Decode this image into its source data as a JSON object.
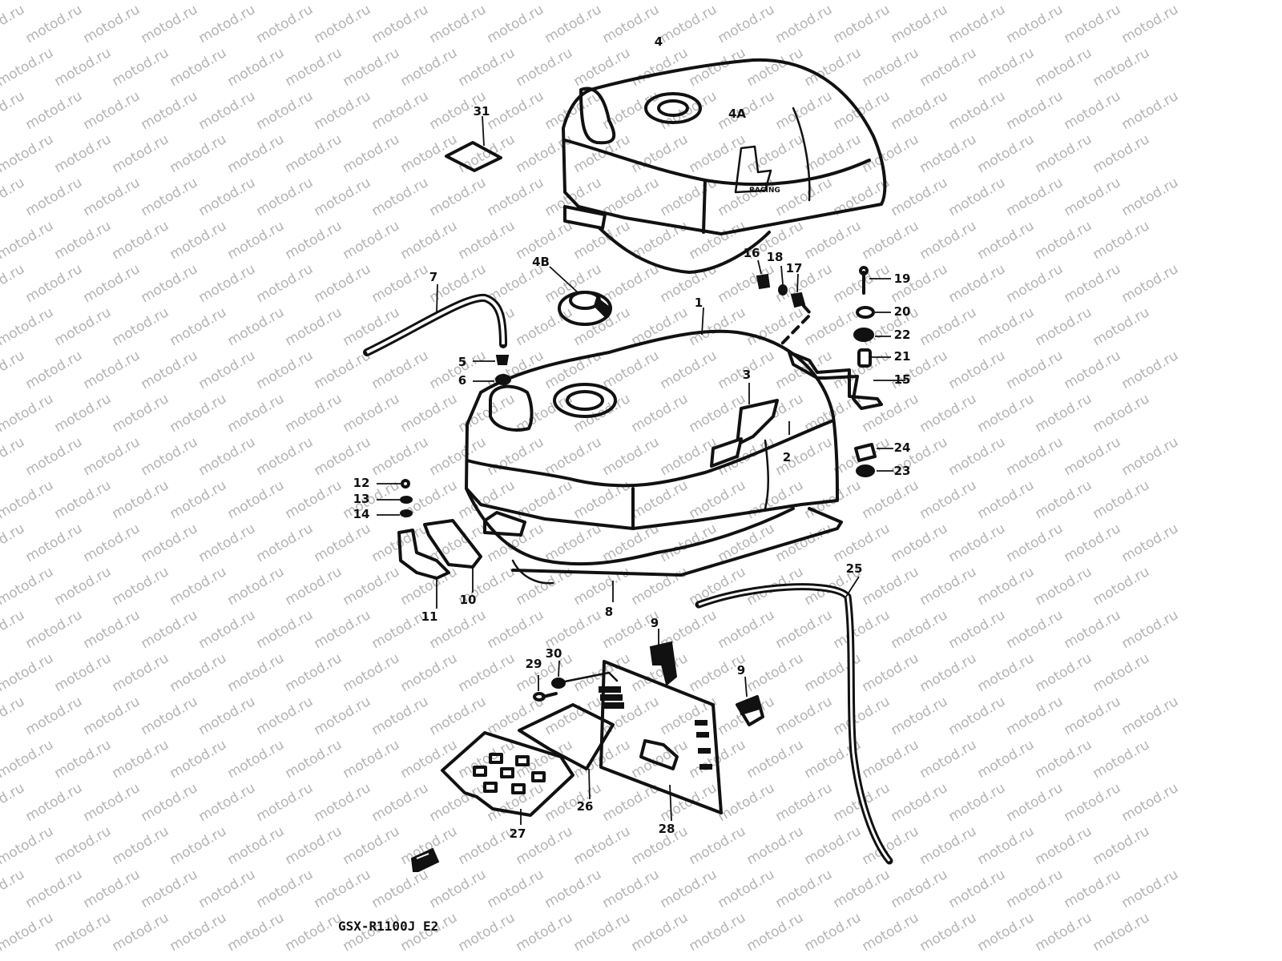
{
  "diagram": {
    "caption": "GSX-R1100J E2",
    "watermark": "motod.ru",
    "callouts": [
      {
        "id": "c1",
        "label": "1"
      },
      {
        "id": "c2",
        "label": "2"
      },
      {
        "id": "c3",
        "label": "3"
      },
      {
        "id": "c4",
        "label": "4"
      },
      {
        "id": "c4A",
        "label": "4A"
      },
      {
        "id": "c4B",
        "label": "4B"
      },
      {
        "id": "c5",
        "label": "5"
      },
      {
        "id": "c6",
        "label": "6"
      },
      {
        "id": "c7",
        "label": "7"
      },
      {
        "id": "c8",
        "label": "8"
      },
      {
        "id": "c9a",
        "label": "9"
      },
      {
        "id": "c9b",
        "label": "9"
      },
      {
        "id": "c10",
        "label": "10"
      },
      {
        "id": "c11",
        "label": "11"
      },
      {
        "id": "c12",
        "label": "12"
      },
      {
        "id": "c13",
        "label": "13"
      },
      {
        "id": "c14",
        "label": "14"
      },
      {
        "id": "c15",
        "label": "15"
      },
      {
        "id": "c16",
        "label": "16"
      },
      {
        "id": "c17",
        "label": "17"
      },
      {
        "id": "c18",
        "label": "18"
      },
      {
        "id": "c19",
        "label": "19"
      },
      {
        "id": "c20",
        "label": "20"
      },
      {
        "id": "c21",
        "label": "21"
      },
      {
        "id": "c22",
        "label": "22"
      },
      {
        "id": "c23",
        "label": "23"
      },
      {
        "id": "c24",
        "label": "24"
      },
      {
        "id": "c25",
        "label": "25"
      },
      {
        "id": "c26",
        "label": "26"
      },
      {
        "id": "c27",
        "label": "27"
      },
      {
        "id": "c28",
        "label": "28"
      },
      {
        "id": "c29",
        "label": "29"
      },
      {
        "id": "c30",
        "label": "30"
      },
      {
        "id": "c31",
        "label": "31"
      }
    ]
  }
}
